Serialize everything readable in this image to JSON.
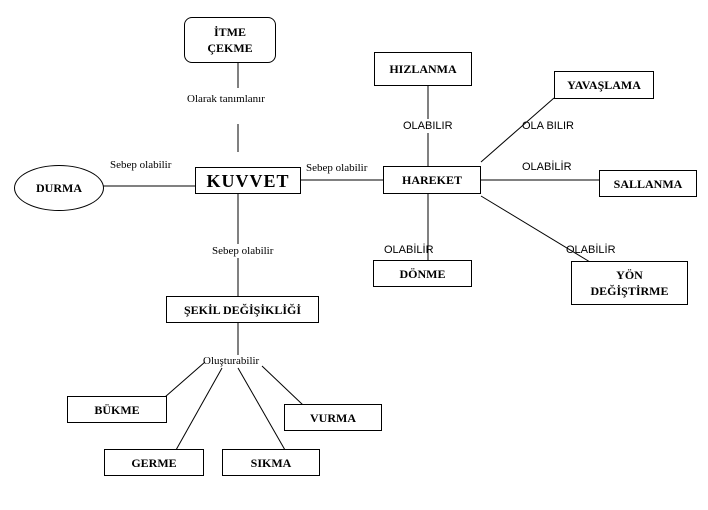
{
  "nodes": {
    "kuvvet": "KUVVET",
    "itme_line1": "İTME",
    "itme_line2": "ÇEKME",
    "durma": "DURMA",
    "sekil": "ŞEKİL DEĞİŞİKLİĞİ",
    "hareket": "HAREKET",
    "hizlanma": "HIZLANMA",
    "yavaslama": "YAVAŞLAMA",
    "sallanma": "SALLANMA",
    "donme": "DÖNME",
    "yon_line1": "YÖN",
    "yon_line2": "DEĞİŞTİRME",
    "bukme": "BÜKME",
    "germe": "GERME",
    "sikma": "SIKMA",
    "vurma": "VURMA"
  },
  "labels": {
    "olarak_tanimlanir": "Olarak tanımlanır",
    "sebep_durma": "Sebep olabilir",
    "sebep_hareket": "Sebep olabilir",
    "sebep_sekil": "Sebep olabilir",
    "olabilir_hizlanma": "OLABILIR",
    "ola_bilir_yavaslama": "OLA BILIR",
    "olabilir_sallanma": "OLABİLİR",
    "olabilir_donme": "OLABİLİR",
    "olabilir_yon": "OLABİLİR",
    "olusturabilir": "Oluşturabilir"
  }
}
